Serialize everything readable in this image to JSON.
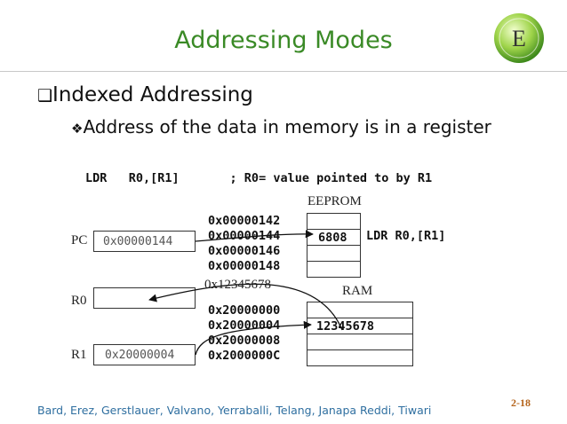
{
  "slide": {
    "title": "Addressing Modes",
    "bullet1": "Indexed Addressing",
    "bullet2": "Address of the data in memory is in a register",
    "instruction": "LDR   R0,[R1]       ; R0= value pointed to by R1",
    "logo_letter": "E",
    "footer": "Bard, Erez, Gerstlauer, Valvano, Yerraballi, Telang, Janapa Reddi, Tiwari",
    "slide_number": "2-18"
  },
  "registers": {
    "pc": {
      "label": "PC",
      "value": "0x00000144"
    },
    "r0": {
      "label": "R0",
      "value": ""
    },
    "r1": {
      "label": "R1",
      "value": "0x20000004"
    }
  },
  "eeprom": {
    "label": "EEPROM",
    "addresses": [
      "0x00000142",
      "0x00000144",
      "0x00000146",
      "0x00000148"
    ],
    "contents": [
      "",
      "6808",
      "",
      ""
    ],
    "annotation": "LDR R0,[R1]"
  },
  "ram": {
    "label": "RAM",
    "addresses": [
      "0x20000000",
      "0x20000004",
      "0x20000008",
      "0x2000000C"
    ],
    "contents": [
      "",
      "12345678",
      "",
      ""
    ]
  },
  "r0_value_label": "0x12345678",
  "colors": {
    "title": "#3a8a26",
    "footer": "#2f6fa0",
    "slide_number": "#b5651d",
    "logo": "#7cc242"
  }
}
